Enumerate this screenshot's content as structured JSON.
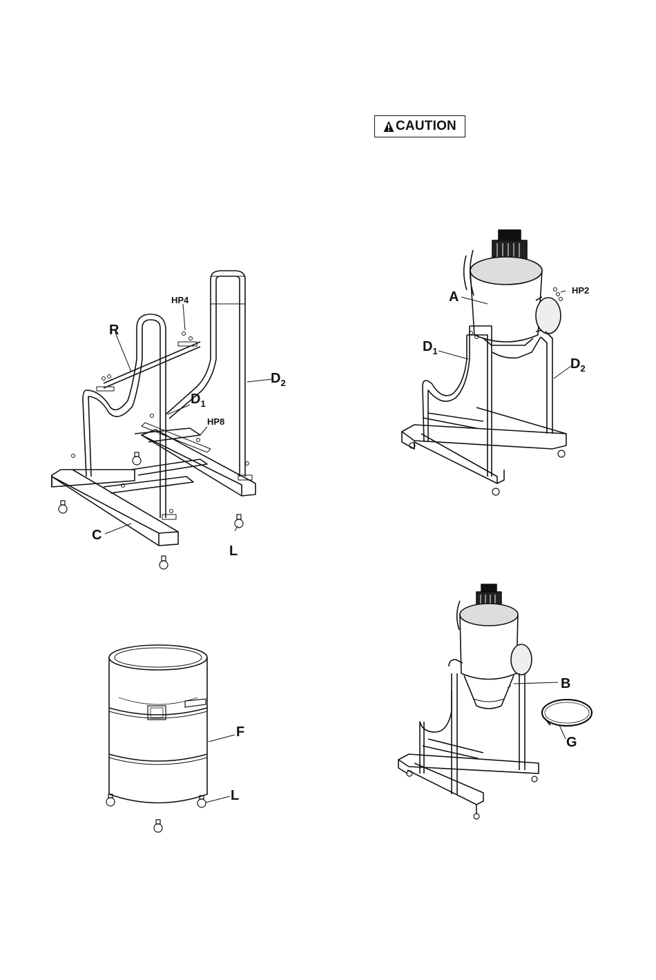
{
  "caution": {
    "label": "CAUTION",
    "icon": "warning-triangle-icon"
  },
  "figure1": {
    "labels": {
      "hp4": "HP4",
      "r": "R",
      "d2": "D",
      "d2_sub": "2",
      "d1": "D",
      "d1_sub": "1",
      "hp8": "HP8",
      "c": "C",
      "l": "L"
    }
  },
  "figure2": {
    "labels": {
      "a": "A",
      "hp2": "HP2",
      "d1": "D",
      "d1_sub": "1",
      "d2": "D",
      "d2_sub": "2"
    }
  },
  "figure3": {
    "labels": {
      "f": "F",
      "l": "L"
    }
  },
  "figure4": {
    "labels": {
      "b": "B",
      "g": "G"
    }
  }
}
